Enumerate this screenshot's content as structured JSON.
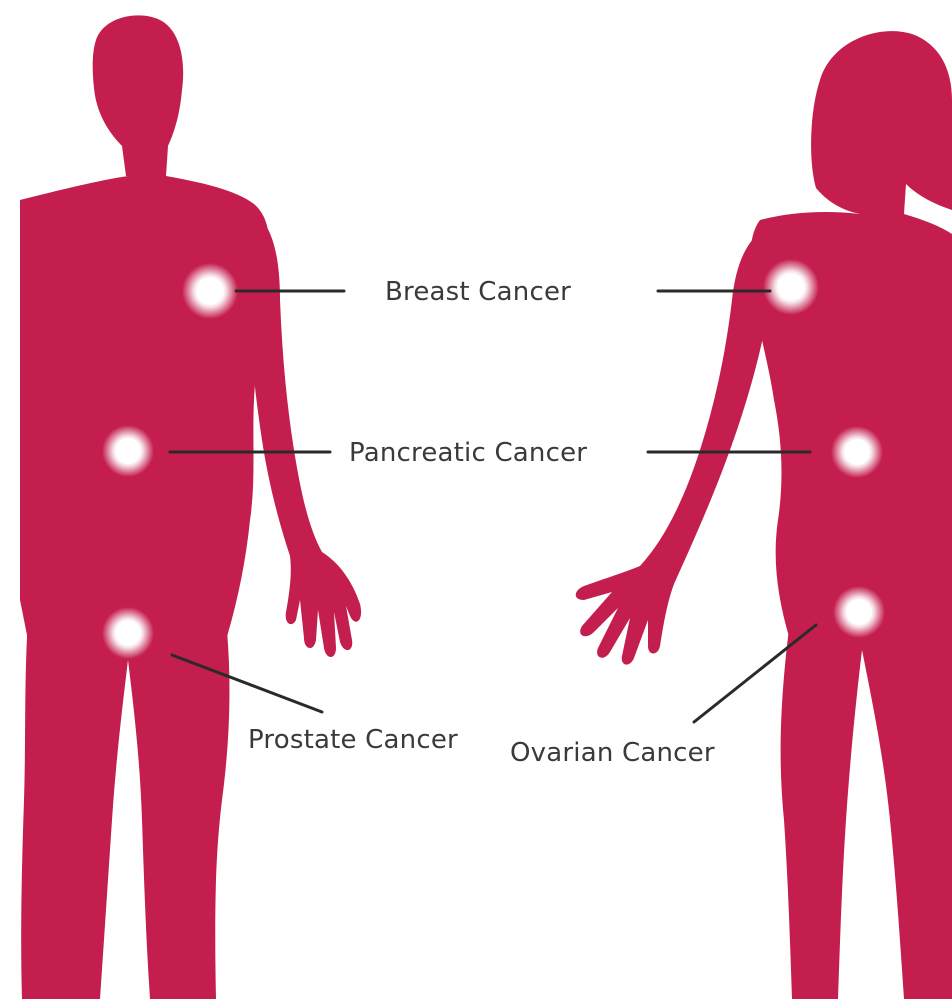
{
  "colors": {
    "silhouette": "#c41e4f",
    "leader_line": "#2a2a2a",
    "label_text": "#3a3a3a",
    "background": "#ffffff"
  },
  "labels": {
    "breast": "Breast Cancer",
    "pancreatic": "Pancreatic Cancer",
    "prostate": "Prostate Cancer",
    "ovarian": "Ovarian Cancer"
  },
  "figures": {
    "male": "male-silhouette",
    "female": "female-silhouette"
  }
}
